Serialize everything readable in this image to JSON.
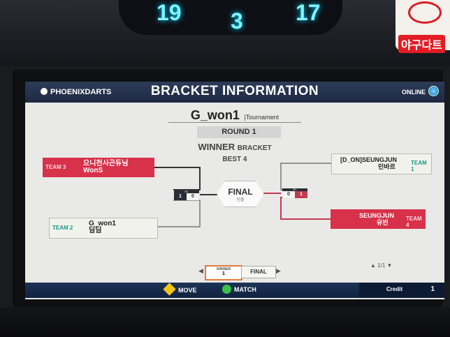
{
  "cabinet": {
    "score_left": "19",
    "score_mid": "3",
    "score_right": "17",
    "logo_text": "야구다트"
  },
  "header": {
    "brand": "PHOENIXDARTS",
    "title": "BRACKET INFORMATION",
    "status": "ONLINE"
  },
  "tournament": {
    "name": "G_won1",
    "type": "Tournament",
    "round": "ROUND 1",
    "bracket_main": "WINNER",
    "bracket_sub": "BRACKET",
    "best": "BEST 4"
  },
  "teams": {
    "team3": {
      "label": "TEAM 3",
      "player1": "으니천사곤듀님",
      "player2": "WonS"
    },
    "team2": {
      "label": "TEAM 2",
      "player1": "G_won1",
      "player2": "딤딤"
    },
    "team1": {
      "label": "TEAM 1",
      "player1": "[D_ON]SEUNGJUN",
      "player2": "민바르"
    },
    "team4": {
      "label": "TEAM 4",
      "player1": "SEUNGJUN",
      "player2": "유빈"
    }
  },
  "matches": {
    "left": {
      "tag": "R1",
      "score_a": "1",
      "score_b": "0"
    },
    "right": {
      "tag": "R1",
      "score_a": "0",
      "score_b": "1"
    }
  },
  "final": {
    "label": "FINAL",
    "sub": "진출"
  },
  "nav": {
    "winner": "WINNER",
    "winner_num": "1",
    "final": "FINAL",
    "page": "1/1"
  },
  "footer": {
    "move": "MOVE",
    "match": "MATCH",
    "credit_label": "Credit",
    "credit_value": "1"
  },
  "colors": {
    "team_red": "#d8314a",
    "team_label_green": "#1a9a88",
    "header_navy": "#2e3c5a",
    "accent_orange": "#e27a3a"
  }
}
